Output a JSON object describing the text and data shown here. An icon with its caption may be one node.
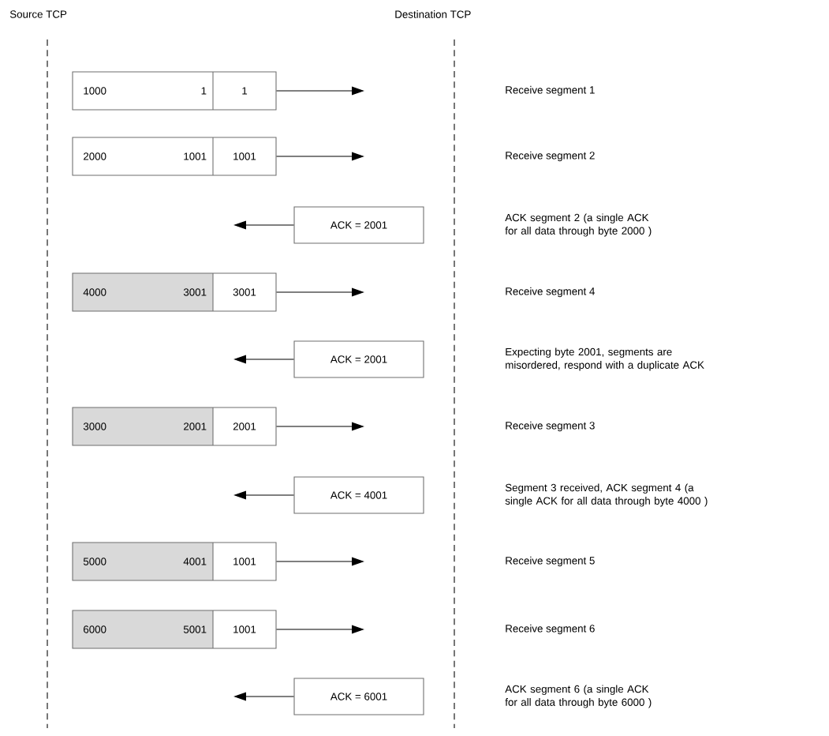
{
  "diagram": {
    "nodes": [
      {
        "text": [
          "1000",
          "1",
          "1"
        ]
      },
      {
        "text": [
          "2000",
          "1001",
          "1001"
        ]
      },
      {
        "text": [
          "ACK = 2001"
        ]
      },
      {
        "text": [
          "4000",
          "3001",
          "3001"
        ]
      },
      {
        "text": [
          "ACK = 2001"
        ]
      },
      {
        "text": [
          "3000",
          "2001",
          "2001"
        ]
      },
      {
        "text": [
          "ACK = 4001"
        ]
      },
      {
        "text": [
          "5000",
          "4001",
          "1001"
        ]
      },
      {
        "text": [
          "6000",
          "5001",
          "1001"
        ]
      },
      {
        "text": [
          "ACK = 6001"
        ]
      }
    ],
    "edges": [
      {
        "from": 0,
        "to": null,
        "arrow": "to"
      },
      {
        "from": 1,
        "to": null,
        "arrow": "to"
      },
      {
        "from": 2,
        "to": null,
        "arrow": "to"
      },
      {
        "from": 3,
        "to": null,
        "arrow": "to"
      },
      {
        "from": 4,
        "to": null,
        "arrow": "to"
      },
      {
        "from": 5,
        "to": null,
        "arrow": "to"
      },
      {
        "from": 6,
        "to": null,
        "arrow": "to"
      },
      {
        "from": 7,
        "to": null,
        "arrow": "to"
      },
      {
        "from": 8,
        "to": null,
        "arrow": "to"
      },
      {
        "from": 9,
        "to": null,
        "arrow": "to"
      }
    ],
    "labels": [
      "Source TCP",
      "Destination TCP",
      "Receive segment 1",
      "Receive segment 2",
      "ACK segment 2 (a single ACK for all data through byte 2000 )",
      "Receive segment 4",
      "Expecting byte 2001, segments are misordered, respond with a duplicate ACK",
      "Receive segment 3",
      "Segment 3 received, ACK segment 4 (a single ACK for all data through byte 4000 )",
      "Receive segment 5",
      "Receive segment 6",
      "ACK segment 6 (a single ACK for all data through byte 6000 )"
    ]
  }
}
